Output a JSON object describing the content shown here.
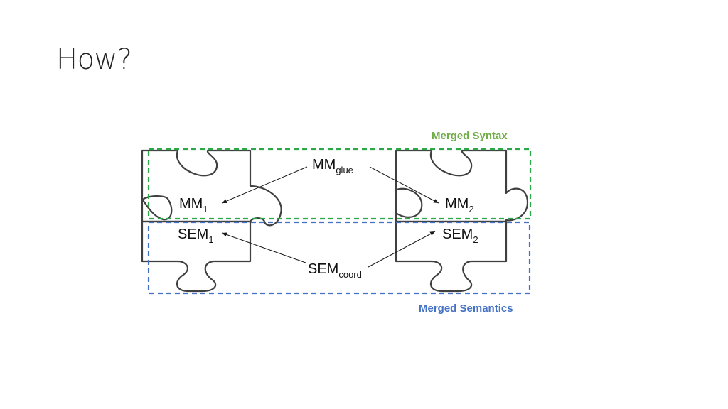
{
  "slide": {
    "title": "How?"
  },
  "diagram": {
    "merged_syntax_label": "Merged Syntax",
    "merged_semantics_label": "Merged Semantics",
    "colors": {
      "syntax_box": "#2aa84a",
      "syntax_text": "#70ad47",
      "semantics_box": "#4472c4",
      "semantics_text": "#4472c4",
      "piece_outline": "#404040"
    },
    "labels": {
      "mm1": {
        "base": "MM",
        "sub": "1"
      },
      "mm2": {
        "base": "MM",
        "sub": "2"
      },
      "sem1": {
        "base": "SEM",
        "sub": "1"
      },
      "sem2": {
        "base": "SEM",
        "sub": "2"
      },
      "mm_glue": {
        "base": "MM",
        "sub": "glue"
      },
      "sem_coord": {
        "base": "SEM",
        "sub": "coord"
      }
    }
  }
}
